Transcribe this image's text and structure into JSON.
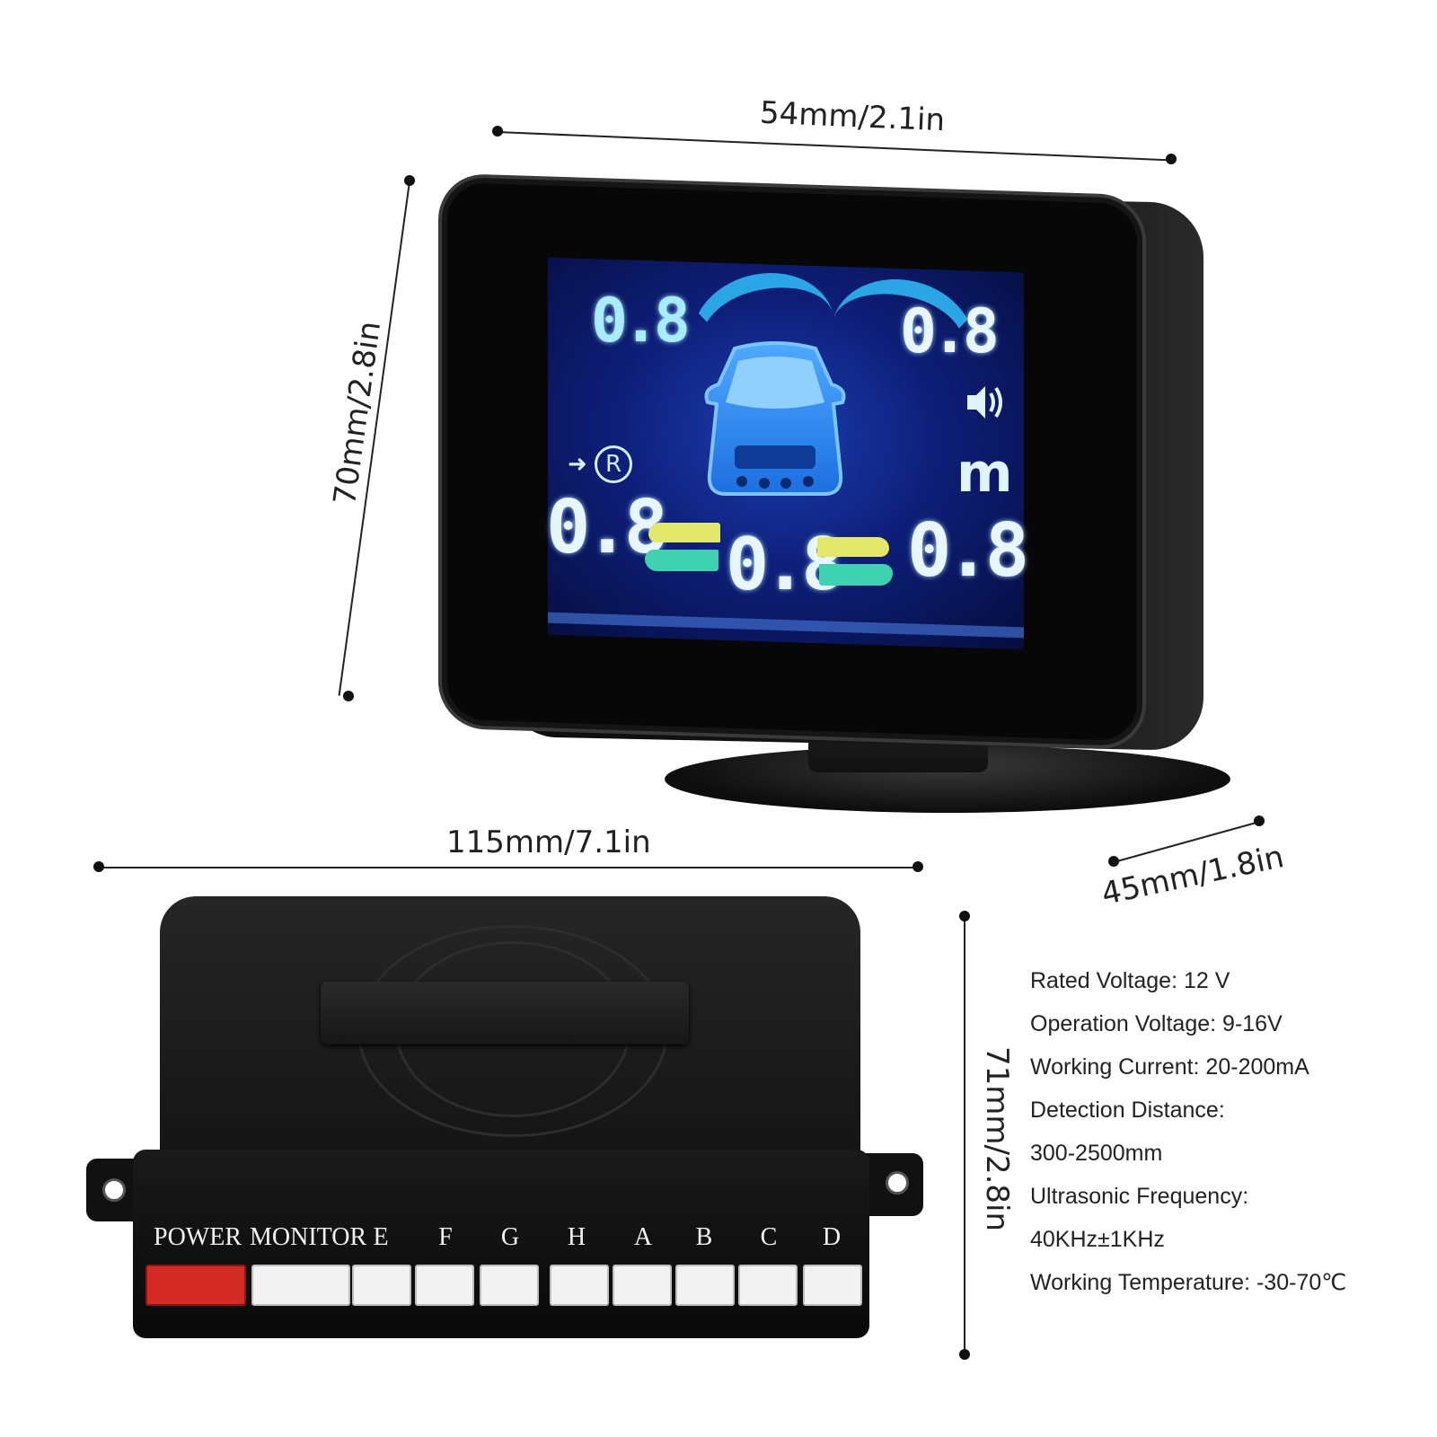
{
  "dimensions": {
    "display_width": "54mm/2.1in",
    "display_height": "70mm/2.8in",
    "display_depth": "45mm/1.8in",
    "box_width": "115mm/7.1in",
    "box_height": "71mm/2.8in"
  },
  "display": {
    "front_left": "0.8",
    "front_right": "0.8",
    "rear_left": "0.8",
    "rear_center": "0.8",
    "rear_right": "0.8",
    "unit": "m",
    "reverse_symbol": "R",
    "arrow_symbol": "➜",
    "speaker_icon": "speaker-icon",
    "car_icon": "car-icon",
    "colors": {
      "screen": "#0e1f7a",
      "digits": "#e8f6ff",
      "arc_blue": "#2aa6e6",
      "arc_yellow": "#e4e86a",
      "arc_green": "#3fd2b0"
    }
  },
  "ports": [
    "POWER",
    "MONITOR",
    "E",
    "F",
    "G",
    "H",
    "A",
    "B",
    "C",
    "D"
  ],
  "specs": [
    "Rated Voltage: 12 V",
    "Operation Voltage: 9-16V",
    "Working Current: 20-200mA",
    "Detection Distance:",
    "300-2500mm",
    "Ultrasonic Frequency:",
    "40KHz±1KHz",
    "Working Temperature: -30-70℃"
  ]
}
